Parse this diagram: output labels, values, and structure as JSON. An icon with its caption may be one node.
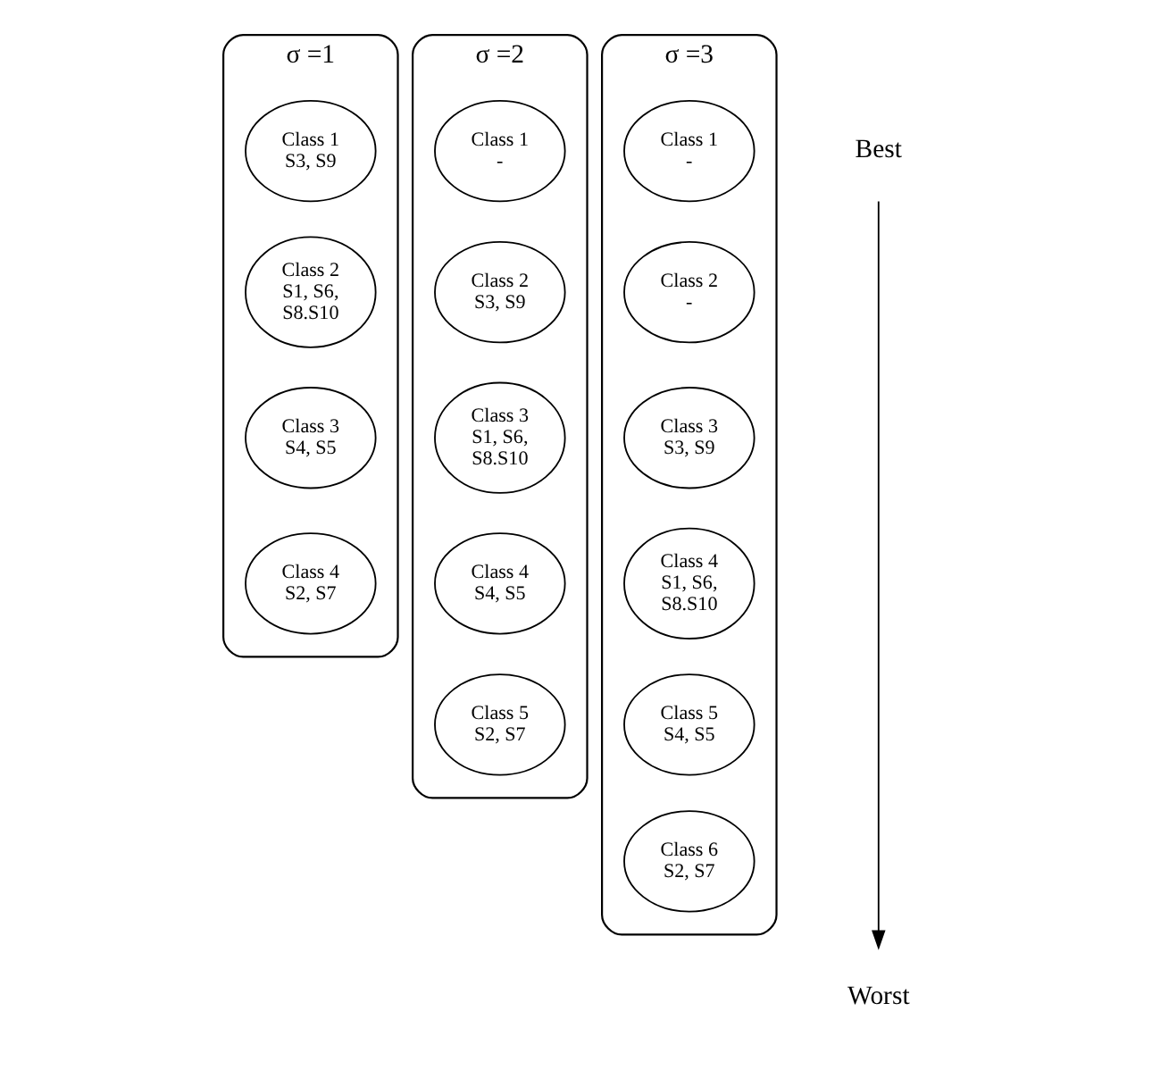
{
  "diagram": {
    "nodes": [
      {
        "text": [
          "σ =1"
        ]
      },
      {
        "text": [
          "Class 1",
          "S3, S9"
        ],
        "in": 0
      },
      {
        "text": [
          "Class 2",
          "S1, S6, S8.S10"
        ],
        "in": 0
      },
      {
        "text": [
          "Class 3",
          "S4, S5"
        ],
        "in": 0
      },
      {
        "text": [
          "Class 4",
          "S2, S7"
        ],
        "in": 0
      },
      {
        "text": [
          "σ =2"
        ]
      },
      {
        "text": [
          "Class 1",
          "-"
        ],
        "in": 5
      },
      {
        "text": [
          "Class 2",
          "S3, S9"
        ],
        "in": 5
      },
      {
        "text": [
          "Class 3",
          "S1, S6, S8.S10"
        ],
        "in": 5
      },
      {
        "text": [
          "Class 4",
          "S4, S5"
        ],
        "in": 5
      },
      {
        "text": [
          "Class 5",
          "S2, S7"
        ],
        "in": 5
      },
      {
        "text": [
          "σ =3"
        ]
      },
      {
        "text": [
          "Class 1",
          "-"
        ],
        "in": 11
      },
      {
        "text": [
          "Class 2",
          "-"
        ],
        "in": 11
      },
      {
        "text": [
          "Class 3",
          "S3, S9"
        ],
        "in": 11
      },
      {
        "text": [
          "Class 4",
          "S1, S6, S8.S10"
        ],
        "in": 11
      },
      {
        "text": [
          "Class 5",
          "S4, S5"
        ],
        "in": 11
      },
      {
        "text": [
          "Class 6",
          "S2, S7"
        ],
        "in": 11
      },
      {
        "text": [
          "Best"
        ]
      },
      {
        "text": [
          "Worst"
        ]
      }
    ],
    "edges": [
      {
        "from": 18,
        "to": 19,
        "arrow": "to"
      }
    ]
  }
}
